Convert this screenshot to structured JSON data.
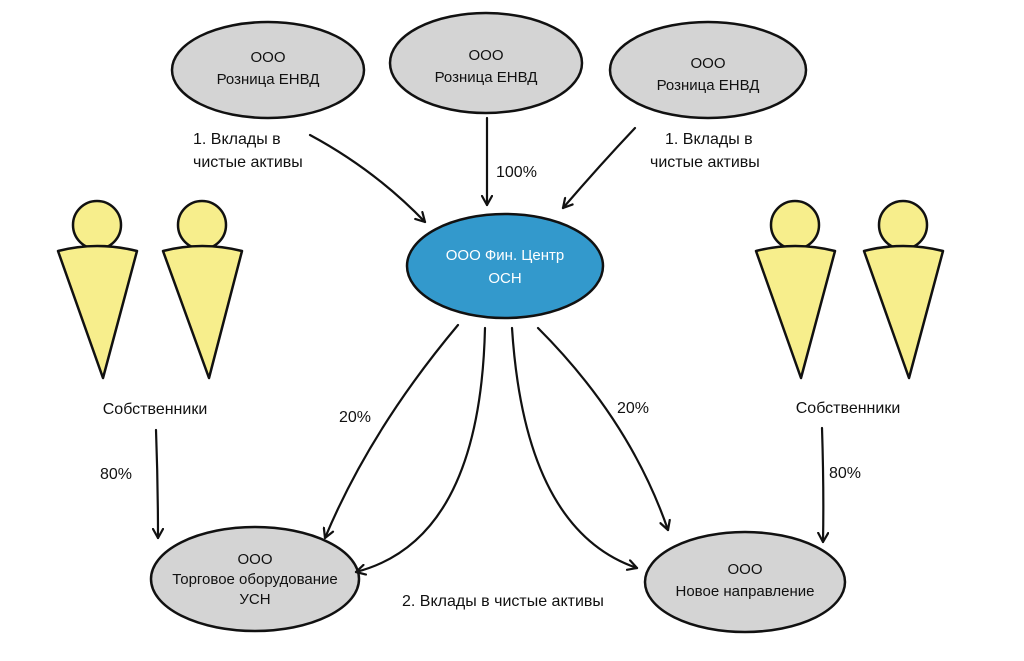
{
  "colors": {
    "node_fill": "#d4d4d4",
    "center_fill": "#3399cc",
    "person_fill": "#f7ee8c",
    "stroke": "#111111"
  },
  "top_nodes": [
    {
      "line1": "ООО",
      "line2": "Розница ЕНВД"
    },
    {
      "line1": "ООО",
      "line2": "Розница ЕНВД"
    },
    {
      "line1": "ООО",
      "line2": "Розница ЕНВД"
    }
  ],
  "center_node": {
    "line1": "ООО Фин. Центр",
    "line2": "ОСН"
  },
  "bottom_left_node": {
    "line1": "ООО",
    "line2": "Торговое оборудование",
    "line3": "УСН"
  },
  "bottom_right_node": {
    "line1": "ООО",
    "line2": "Новое направление"
  },
  "owners_left": {
    "label": "Собственники",
    "share": "80%"
  },
  "owners_right": {
    "label": "Собственники",
    "share": "80%"
  },
  "edge_labels": {
    "left_top_line1": "1. Вклады в",
    "left_top_line2": "чистые активы",
    "middle_top": "100%",
    "right_top_line1": "1. Вклады в",
    "right_top_line2": "чистые активы",
    "left_down": "20%",
    "right_down": "20%",
    "bottom": "2. Вклады в чистые активы"
  }
}
